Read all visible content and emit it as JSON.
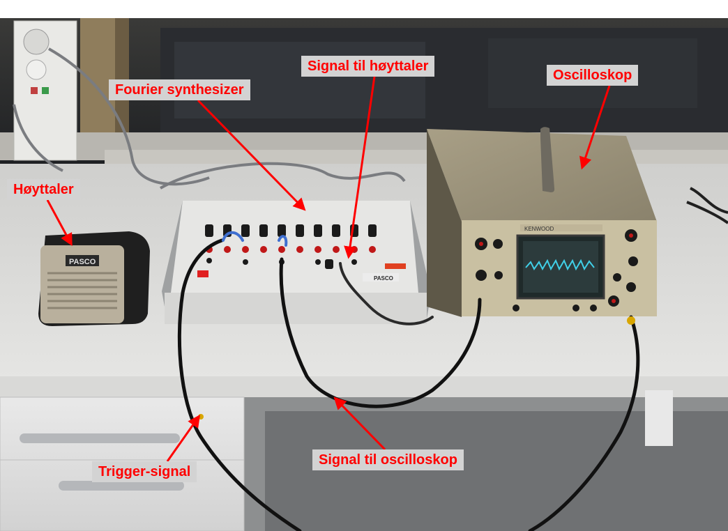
{
  "labels": {
    "fourier_synthesizer": "Fourier synthesizer",
    "signal_to_speaker": "Signal til høyttaler",
    "oscilloscope": "Oscilloskop",
    "speaker": "Høyttaler",
    "trigger_signal": "Trigger-signal",
    "signal_to_oscilloscope": "Signal til oscilloskop"
  },
  "device_text": {
    "speaker_brand": "PASCO",
    "synth_brand": "PASCO",
    "scope_brand": "KENWOOD"
  },
  "colors": {
    "label_text": "#ff0000",
    "label_bg": "#d3d3d3",
    "arrow": "#ff0000",
    "trace": "#40d0e8"
  }
}
